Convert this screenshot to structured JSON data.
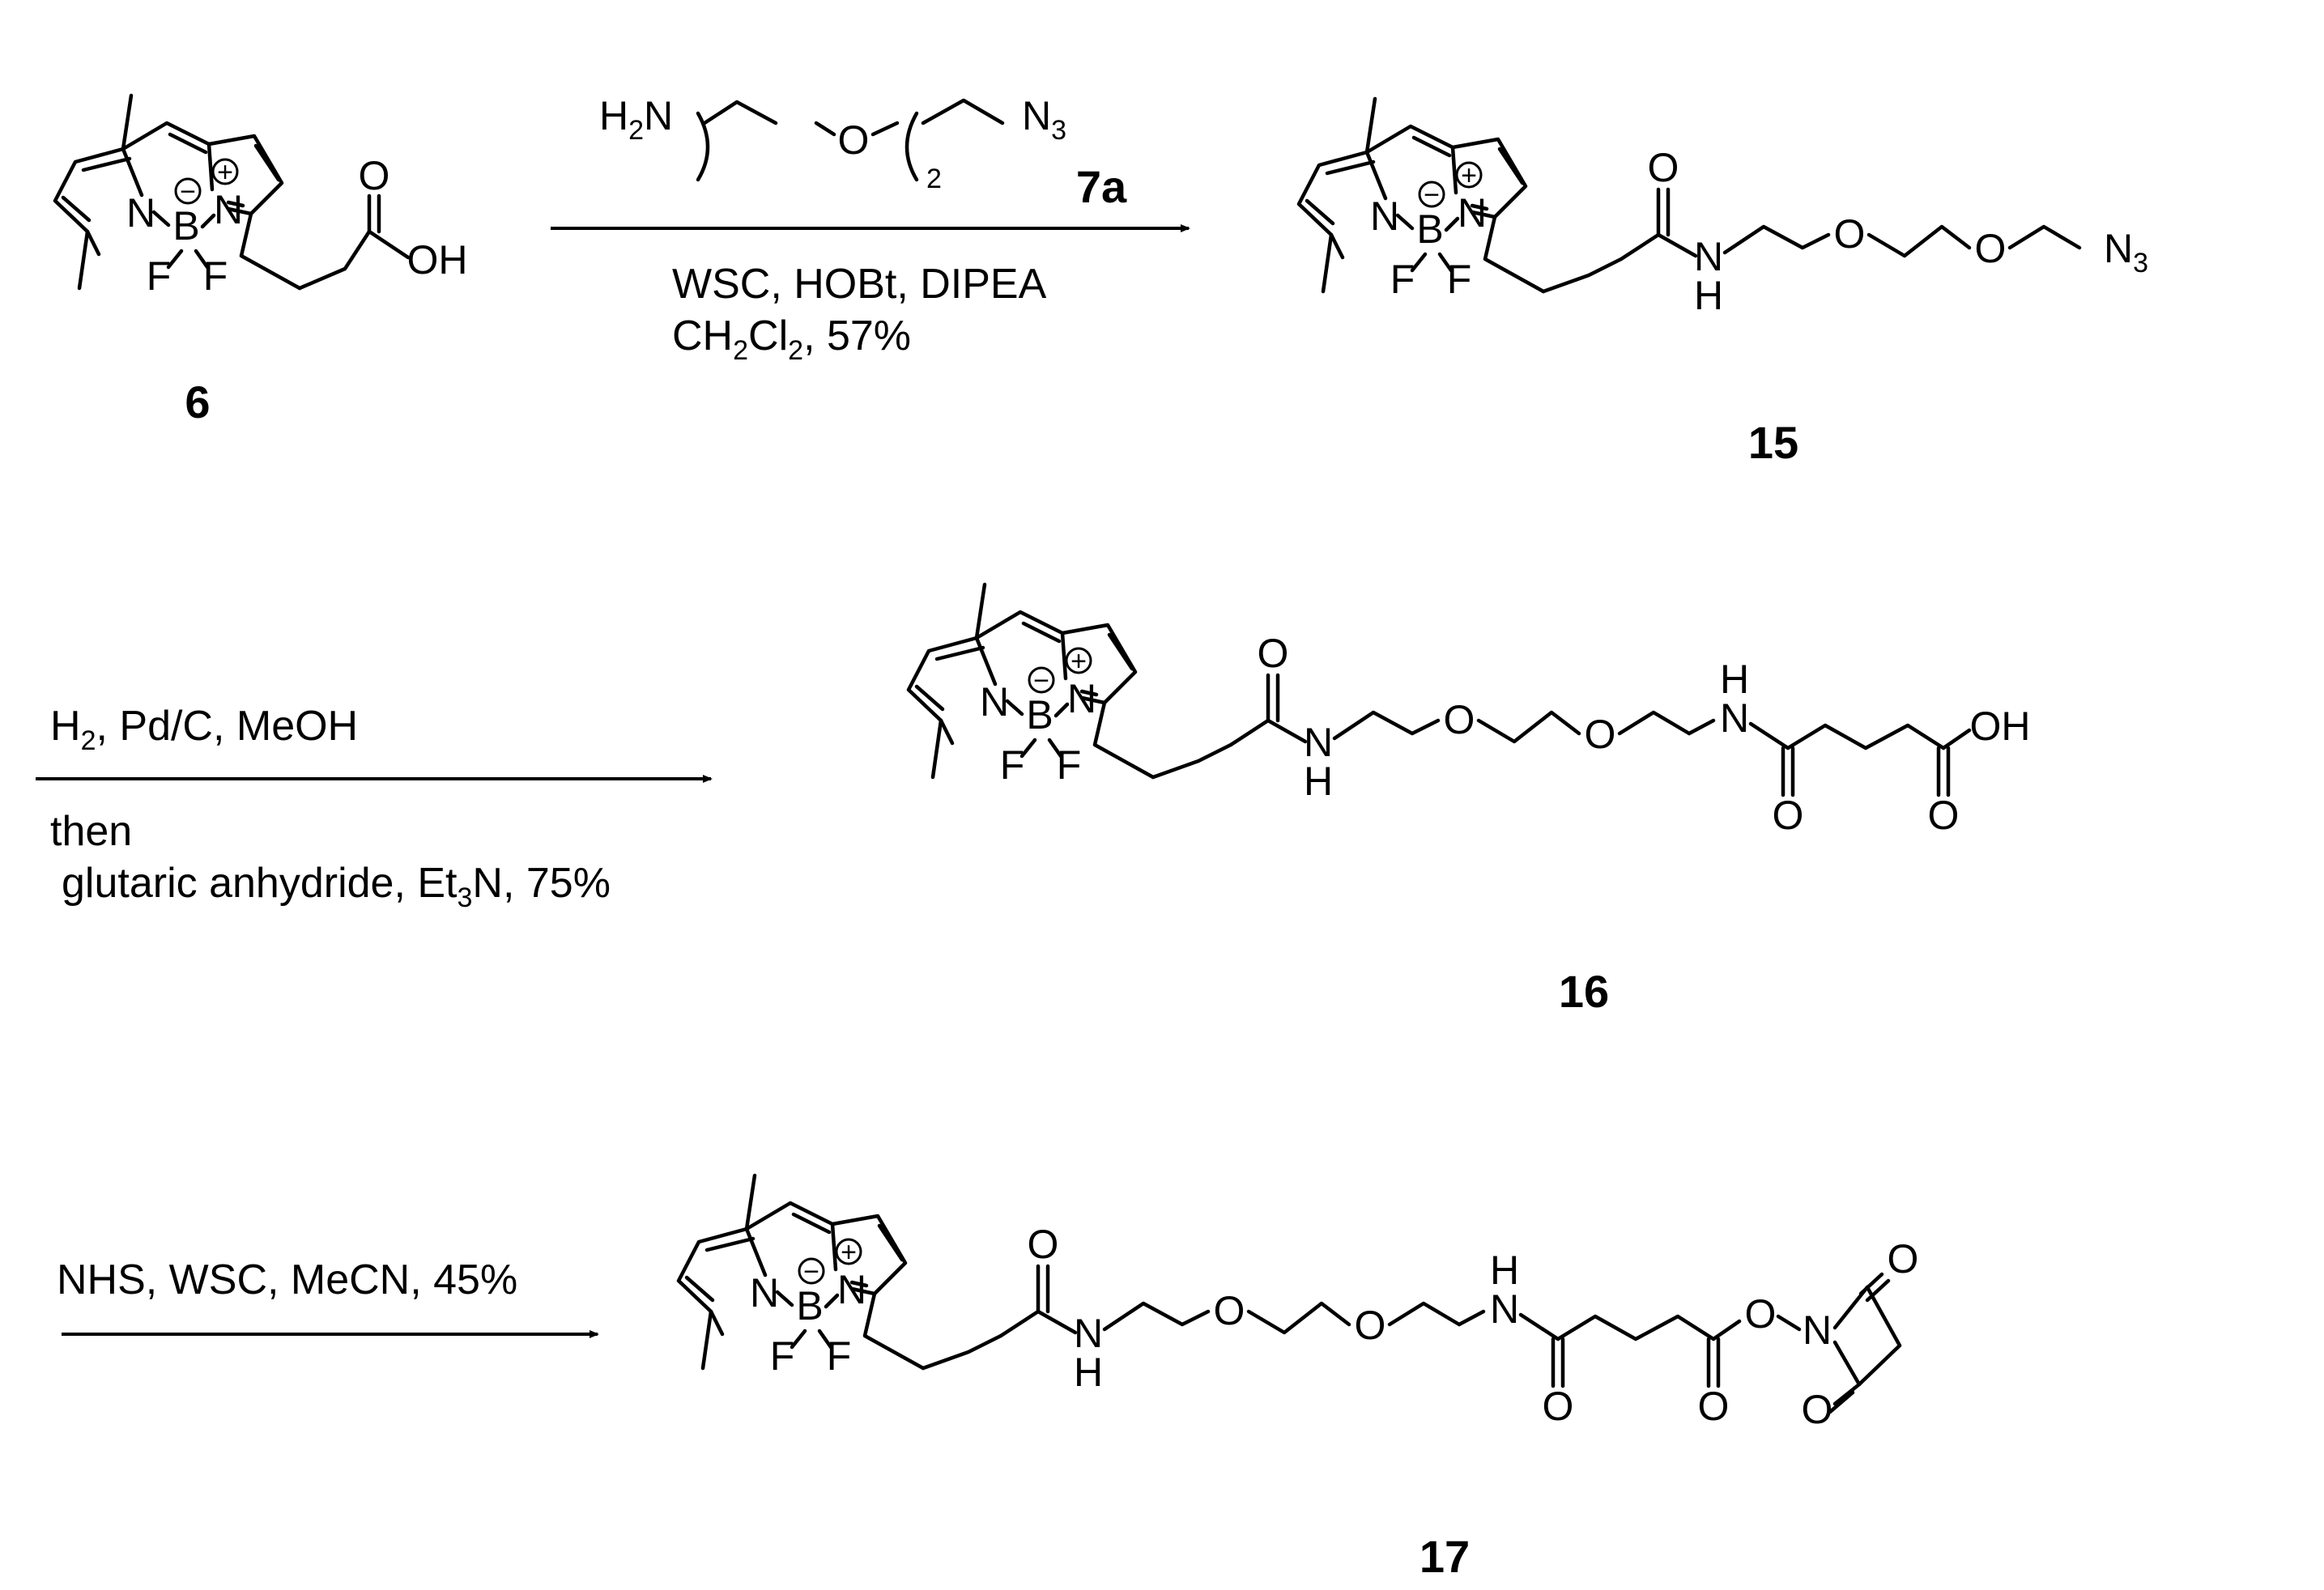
{
  "compounds": {
    "c6": "6",
    "c7a": "7a",
    "c15": "15",
    "c16": "16",
    "c17": "17"
  },
  "atoms": {
    "N": "N",
    "B": "B",
    "F": "F",
    "O": "O",
    "H": "H",
    "OH": "OH",
    "H2N": "H2N",
    "N3": "N3",
    "sub2": "2",
    "plus": "+",
    "minus": "−"
  },
  "reactions": {
    "step1": {
      "reagents": "WSC, HOBt, DIPEA",
      "solvent_yield": "CH2Cl2, 57%"
    },
    "step2": {
      "line1": "H2, Pd/C, MeOH",
      "line2": "then",
      "line3": "glutaric anhydride, Et3N, 75%"
    },
    "step3": {
      "line1": "NHS, WSC, MeCN, 45%"
    }
  }
}
